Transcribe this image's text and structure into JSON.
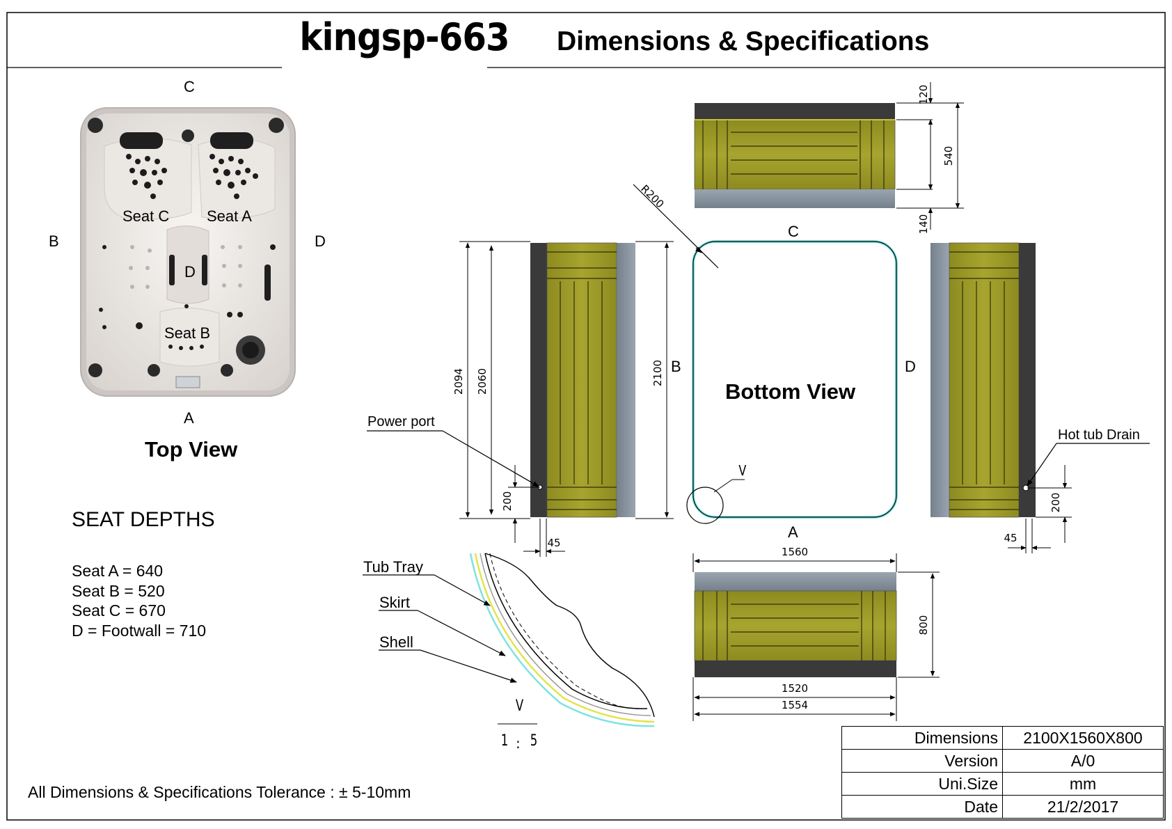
{
  "header": {
    "model": "kingsp-663",
    "title": "Dimensions & Specifications"
  },
  "top_view": {
    "label": "Top View",
    "sides": {
      "top": "C",
      "left": "B",
      "right": "D",
      "bottom": "A"
    },
    "seats": {
      "seat_c": "Seat C",
      "seat_a": "Seat A",
      "footwell": "D",
      "seat_b": "Seat B"
    }
  },
  "seat_depths": {
    "title": "SEAT  DEPTHS",
    "rows": [
      "Seat A  = 640",
      "Seat B  = 520",
      "Seat C  = 670",
      "D = Footwall = 710"
    ]
  },
  "tolerance": "All Dimensions & Specifications Tolerance : ± 5-10mm",
  "bottom_view": {
    "label": "Bottom View",
    "sides": {
      "top": "C",
      "left": "B",
      "right": "D",
      "bottom": "A"
    },
    "radius": "R200",
    "detail_marker": "V"
  },
  "dimensions": {
    "c_top": "120",
    "c_height": "540",
    "c_bottom": "140",
    "b_outer": "2094",
    "b_inner": "2060",
    "b_total": "2100",
    "b_port_h": "200",
    "b_port_w": "45",
    "d_drain_h": "200",
    "d_drain_w": "45",
    "a_top": "1560",
    "a_height": "800",
    "a_b1": "1520",
    "a_b2": "1554"
  },
  "callouts": {
    "power_port": "Power port",
    "drain": "Hot tub Drain",
    "tub_tray": "Tub Tray",
    "skirt": "Skirt",
    "shell": "Shell"
  },
  "detail": {
    "marker": "V",
    "scale_left": "1",
    "scale_sep": ":",
    "scale_right": "5"
  },
  "spec_table": [
    {
      "key": "Dimensions",
      "value": "2100X1560X800"
    },
    {
      "key": "Version",
      "value": "A/0"
    },
    {
      "key": "Uni.Size",
      "value": "mm"
    },
    {
      "key": "Date",
      "value": "21/2/2017"
    }
  ],
  "colors": {
    "panel_olive": "#a09e2c",
    "panel_highlight": "#e4e34e",
    "frame_dark": "#3a3a3a",
    "frame_gray": "#8d99a6",
    "outline_cyan": "#7fe3e0",
    "shell_white": "#f1efec"
  }
}
